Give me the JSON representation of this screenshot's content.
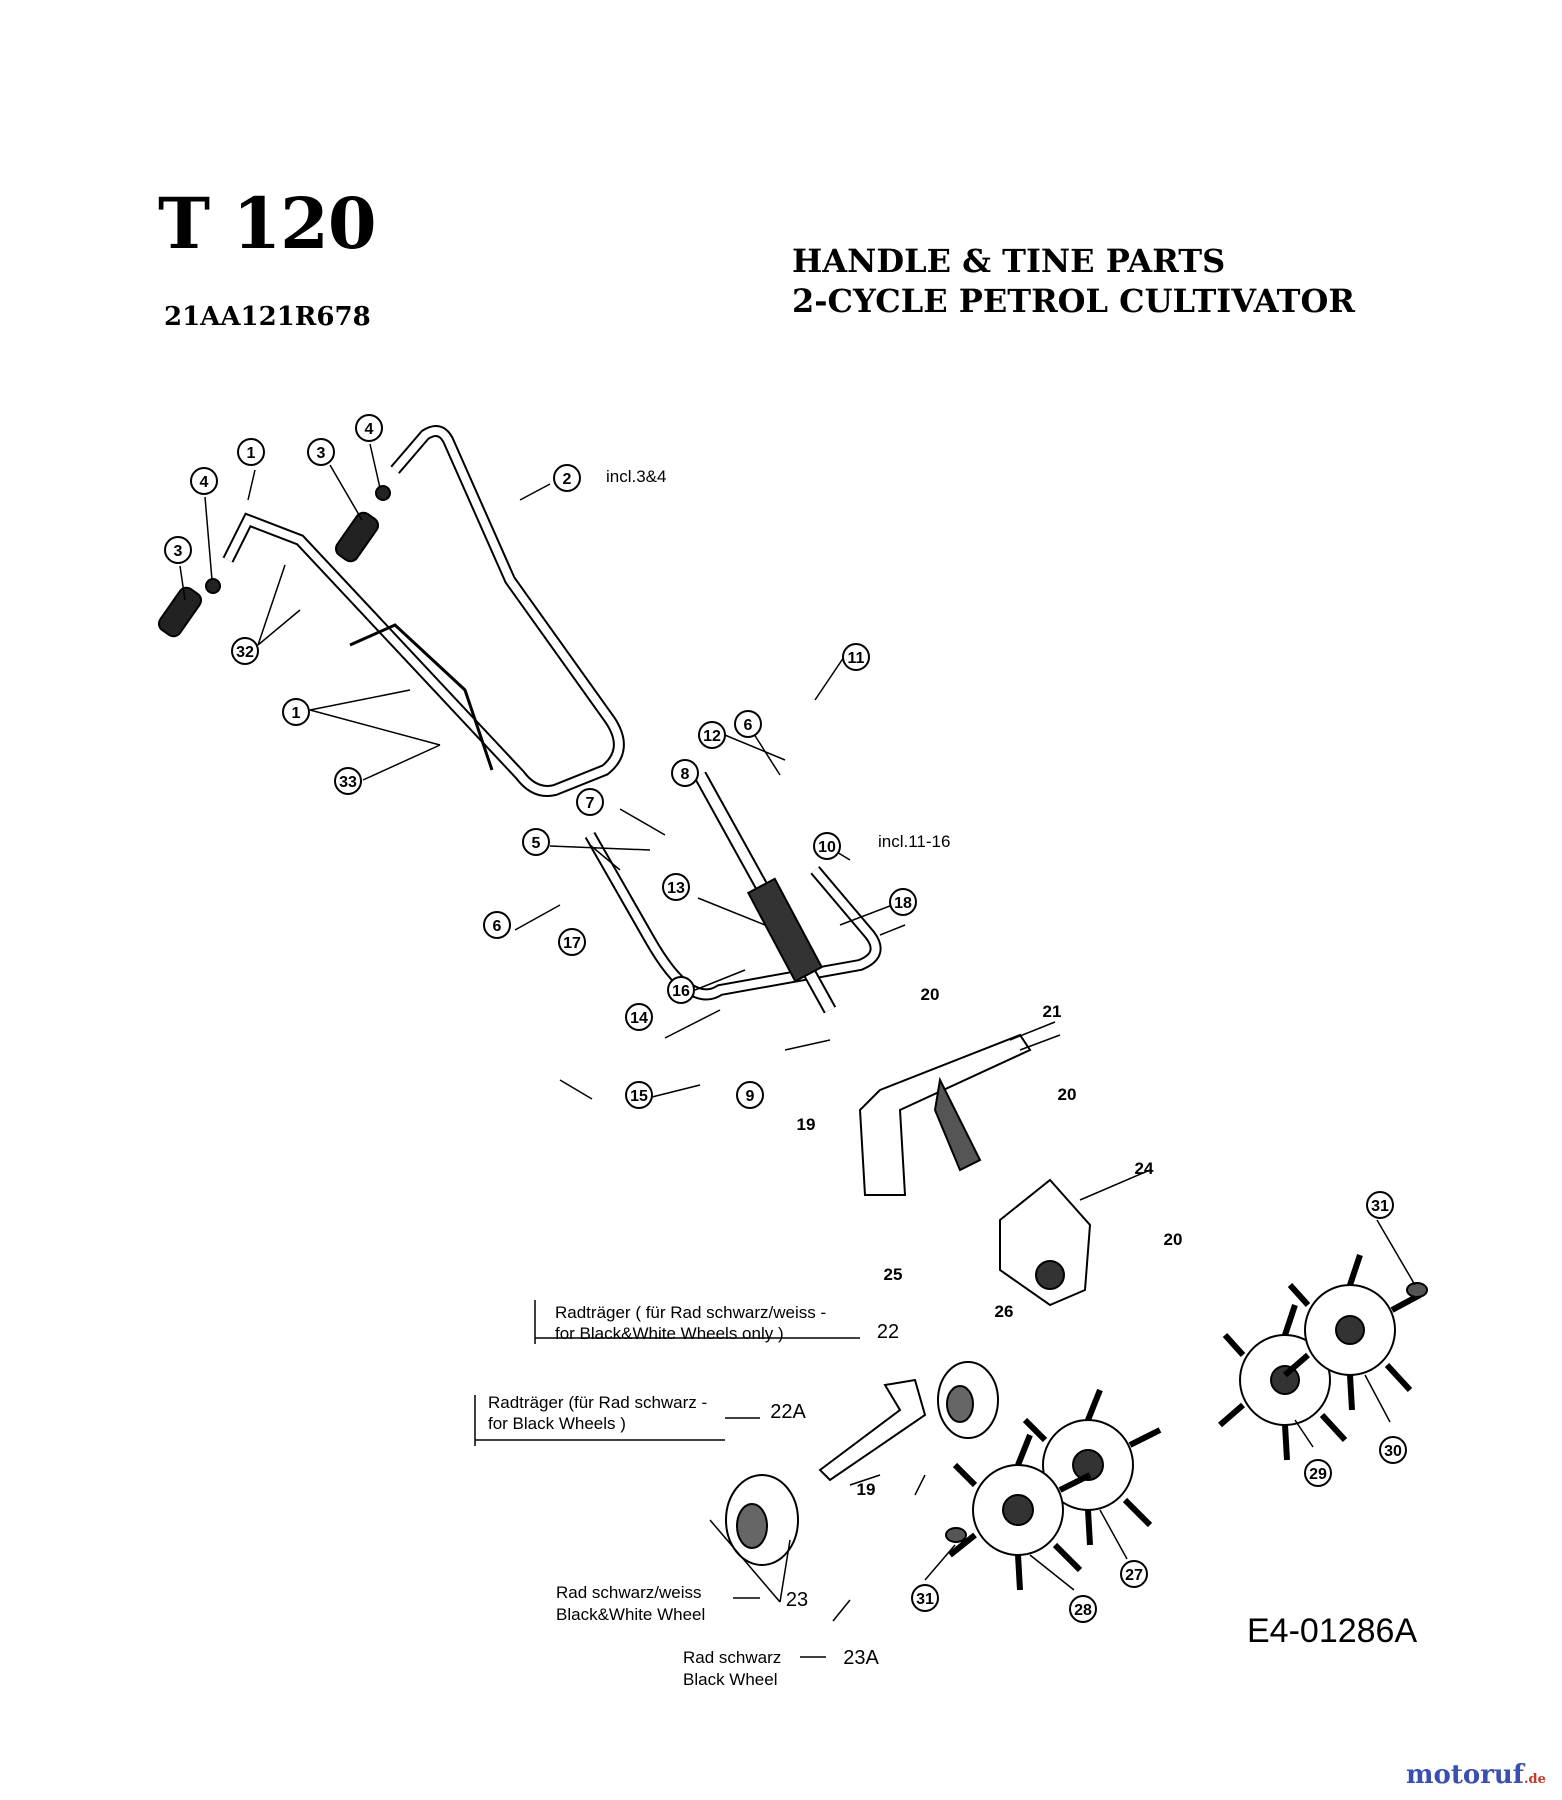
{
  "header": {
    "model_name": "T 120",
    "model_number": "21AA121R678",
    "section_line1": "HANDLE & TINE PARTS",
    "section_line2": "2-CYCLE PETROL CULTIVATOR"
  },
  "callouts": {
    "c1": "1",
    "c2": "2",
    "c3": "3",
    "c4": "4",
    "c5": "5",
    "c6": "6",
    "c7": "7",
    "c8": "8",
    "c9": "9",
    "c10": "10",
    "c11": "11",
    "c12": "12",
    "c13": "13",
    "c14": "14",
    "c15": "15",
    "c16": "16",
    "c17": "17",
    "c18": "18",
    "c27": "27",
    "c28": "28",
    "c29": "29",
    "c30": "30",
    "c31": "31",
    "c32": "32",
    "c33": "33"
  },
  "plain_numbers": {
    "n19": "19",
    "n20": "20",
    "n21": "21",
    "n22": "22",
    "n22a": "22A",
    "n23": "23",
    "n23a": "23A",
    "n24": "24",
    "n25": "25",
    "n26": "26"
  },
  "notes": {
    "incl_handle": "incl.3&4",
    "incl_frame": "incl.11-16",
    "radtraeger_bw_1": "Radträger ( für Rad schwarz/weiss -",
    "radtraeger_bw_2": "for Black&White Wheels only )",
    "radtraeger_b_1": "Radträger (für Rad schwarz -",
    "radtraeger_b_2": "for Black Wheels )",
    "rad_bw_1": "Rad schwarz/weiss",
    "rad_bw_2": "Black&White Wheel",
    "rad_b_1": "Rad schwarz",
    "rad_b_2": "Black Wheel"
  },
  "drawing_code": "E4-01286A",
  "watermark": {
    "name": "motoruf",
    "tld": ".de"
  }
}
